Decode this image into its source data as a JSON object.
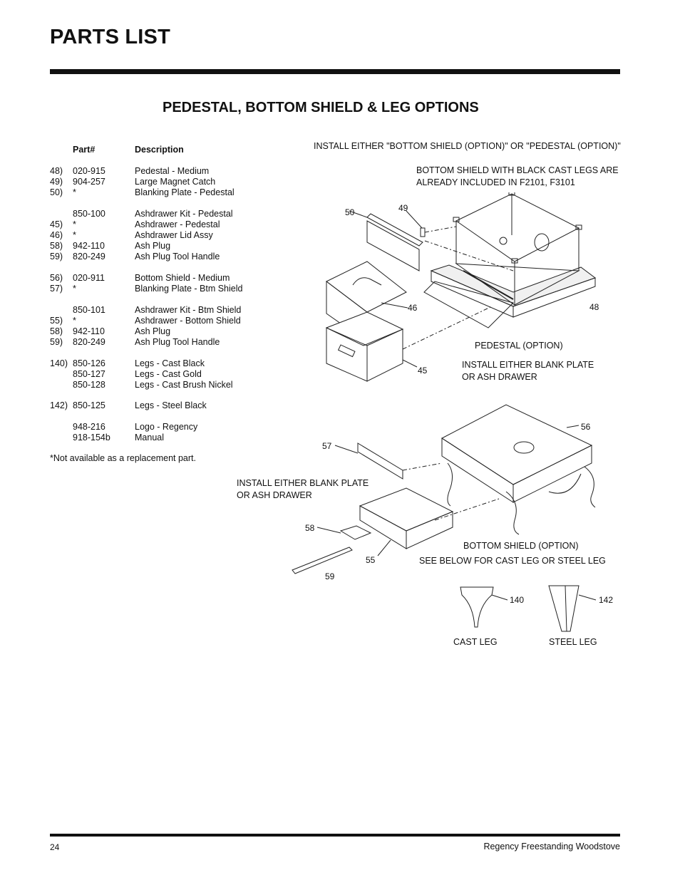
{
  "page": {
    "title": "PARTS LIST",
    "subtitle": "PEDESTAL, BOTTOM SHIELD & LEG OPTIONS",
    "page_number": "24",
    "footer_text": "Regency Freestanding Woodstove"
  },
  "parts_table": {
    "header_part": "Part#",
    "header_desc": "Description",
    "rows": [
      {
        "num": "48)",
        "part": "020-915",
        "desc": "Pedestal - Medium"
      },
      {
        "num": "49)",
        "part": "904-257",
        "desc": "Large Magnet Catch"
      },
      {
        "num": "50)",
        "part": "*",
        "desc": "Blanking Plate - Pedestal"
      },
      {
        "num": "",
        "part": "850-100",
        "desc": "Ashdrawer Kit - Pedestal"
      },
      {
        "num": "45)",
        "part": "*",
        "desc": "Ashdrawer - Pedestal"
      },
      {
        "num": "46)",
        "part": "*",
        "desc": "Ashdrawer Lid Assy"
      },
      {
        "num": "58)",
        "part": "942-110",
        "desc": "Ash Plug"
      },
      {
        "num": "59)",
        "part": "820-249",
        "desc": "Ash Plug Tool Handle"
      },
      {
        "num": "56)",
        "part": "020-911",
        "desc": "Bottom Shield - Medium"
      },
      {
        "num": "57)",
        "part": "*",
        "desc": "Blanking Plate - Btm Shield"
      },
      {
        "num": "",
        "part": "850-101",
        "desc": "Ashdrawer Kit - Btm Shield"
      },
      {
        "num": "55)",
        "part": "*",
        "desc": "Ashdrawer - Bottom Shield"
      },
      {
        "num": "58)",
        "part": "942-110",
        "desc": "Ash Plug"
      },
      {
        "num": "59)",
        "part": "820-249",
        "desc": "Ash Plug Tool Handle"
      },
      {
        "num": "140)",
        "part": "850-126",
        "desc": "Legs - Cast Black"
      },
      {
        "num": "",
        "part": "850-127",
        "desc": "Legs - Cast Gold"
      },
      {
        "num": "",
        "part": "850-128",
        "desc": "Legs - Cast Brush Nickel"
      },
      {
        "num": "142)",
        "part": "850-125",
        "desc": "Legs - Steel Black"
      },
      {
        "num": "",
        "part": "948-216",
        "desc": "Logo - Regency"
      },
      {
        "num": "",
        "part": "918-154b",
        "desc": "Manual"
      }
    ],
    "footnote": "*Not available as a replacement part."
  },
  "diagram": {
    "install_either_top": "INSTALL EITHER \"BOTTOM SHIELD (OPTION)\" OR \"PEDESTAL (OPTION)\"",
    "bottom_shield_note_1": "BOTTOM SHIELD WITH BLACK CAST LEGS ARE",
    "bottom_shield_note_2": "ALREADY INCLUDED IN F2101, F3101",
    "pedestal_option": "PEDESTAL (OPTION)",
    "install_blank_right_1": "INSTALL EITHER BLANK PLATE",
    "install_blank_right_2": "OR ASH DRAWER",
    "install_blank_left_1": "INSTALL EITHER BLANK PLATE",
    "install_blank_left_2": "OR ASH DRAWER",
    "bottom_shield_option": "BOTTOM SHIELD (OPTION)",
    "see_below": "SEE BELOW FOR CAST LEG OR STEEL LEG",
    "cast_leg": "CAST LEG",
    "steel_leg": "STEEL LEG",
    "callouts": {
      "c50": "50",
      "c49": "49",
      "c46": "46",
      "c48": "48",
      "c45": "45",
      "c56": "56",
      "c57": "57",
      "c58": "58",
      "c55": "55",
      "c59": "59",
      "c140": "140",
      "c142": "142"
    }
  }
}
